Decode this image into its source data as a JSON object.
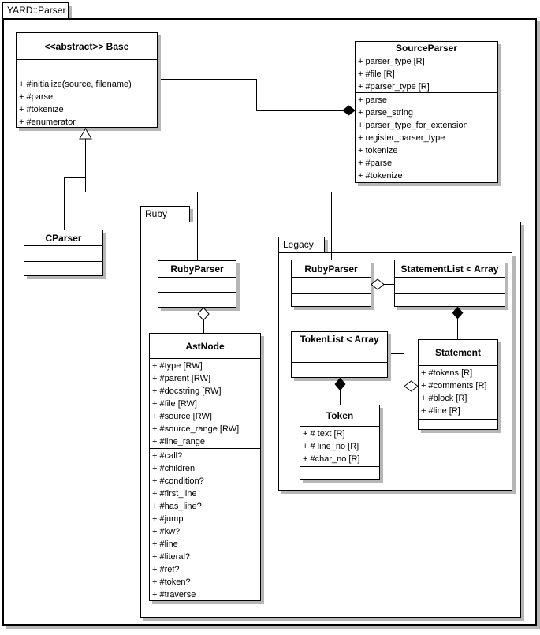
{
  "packages": {
    "outer": {
      "label": "YARD::Parser"
    },
    "ruby": {
      "label": "Ruby"
    },
    "legacy": {
      "label": "Legacy"
    }
  },
  "classes": {
    "base": {
      "title": "<<abstract>> Base",
      "attributes": [],
      "methods": [
        "+ #initialize(source, filename)",
        "+ #parse",
        "+ #tokenize",
        "+ #enumerator"
      ]
    },
    "source_parser": {
      "title": "SourceParser",
      "attributes": [
        "+ parser_type [R]",
        "+ #file [R]",
        "+ #parser_type [R]"
      ],
      "methods": [
        "+ parse",
        "+ parse_string",
        "+ parser_type_for_extension",
        "+ register_parser_type",
        "+ tokenize",
        "+ #parse",
        "+ #tokenize"
      ]
    },
    "cparser": {
      "title": "CParser",
      "attributes": [],
      "methods": []
    },
    "ruby_ruby_parser": {
      "title": "RubyParser",
      "attributes": [],
      "methods": []
    },
    "ast_node": {
      "title": "AstNode",
      "attributes": [
        "+ #type [RW]",
        "+ #parent [RW]",
        "+ #docstring [RW]",
        "+ #file [RW]",
        "+ #source [RW]",
        "+ #source_range [RW]",
        "+ #line_range"
      ],
      "methods": [
        "+ #call?",
        "+ #children",
        "+ #condition?",
        "+ #first_line",
        "+ #has_line?",
        "+ #jump",
        "+ #kw?",
        "+ #line",
        "+ #literal?",
        "+ #ref?",
        "+ #token?",
        "+ #traverse"
      ]
    },
    "legacy_ruby_parser": {
      "title": "RubyParser",
      "attributes": [],
      "methods": []
    },
    "statement_list": {
      "title": "StatementList < Array",
      "attributes": [],
      "methods": []
    },
    "token_list": {
      "title": "TokenList < Array",
      "attributes": [],
      "methods": []
    },
    "statement": {
      "title": "Statement",
      "attributes": [
        "+ #tokens [R]",
        "+ #comments [R]",
        "+ #block [R]",
        "+ #line [R]"
      ],
      "methods": []
    },
    "token": {
      "title": "Token",
      "attributes": [
        "+ # text [R]",
        "+ # line_no [R]",
        "+ #char_no [R]"
      ],
      "methods": []
    }
  },
  "relationships": [
    {
      "type": "inheritance",
      "from": "CParser",
      "to": "Base"
    },
    {
      "type": "inheritance",
      "from": "Ruby::RubyParser",
      "to": "Base"
    },
    {
      "type": "inheritance",
      "from": "Ruby::Legacy::RubyParser",
      "to": "Base"
    },
    {
      "type": "composition",
      "from": "SourceParser",
      "to": "Base"
    },
    {
      "type": "aggregation",
      "from": "Ruby::RubyParser",
      "to": "AstNode"
    },
    {
      "type": "aggregation",
      "from": "Legacy::RubyParser",
      "to": "StatementList < Array"
    },
    {
      "type": "composition",
      "from": "StatementList < Array",
      "to": "Statement"
    },
    {
      "type": "composition",
      "from": "TokenList < Array",
      "to": "Token"
    },
    {
      "type": "aggregation",
      "from": "Statement",
      "to": "TokenList < Array"
    }
  ],
  "colors": {
    "border": "#000000",
    "fill": "#ffffff",
    "shadow": "#b6b6b6",
    "text": "#000000",
    "background": "#ffffff"
  }
}
